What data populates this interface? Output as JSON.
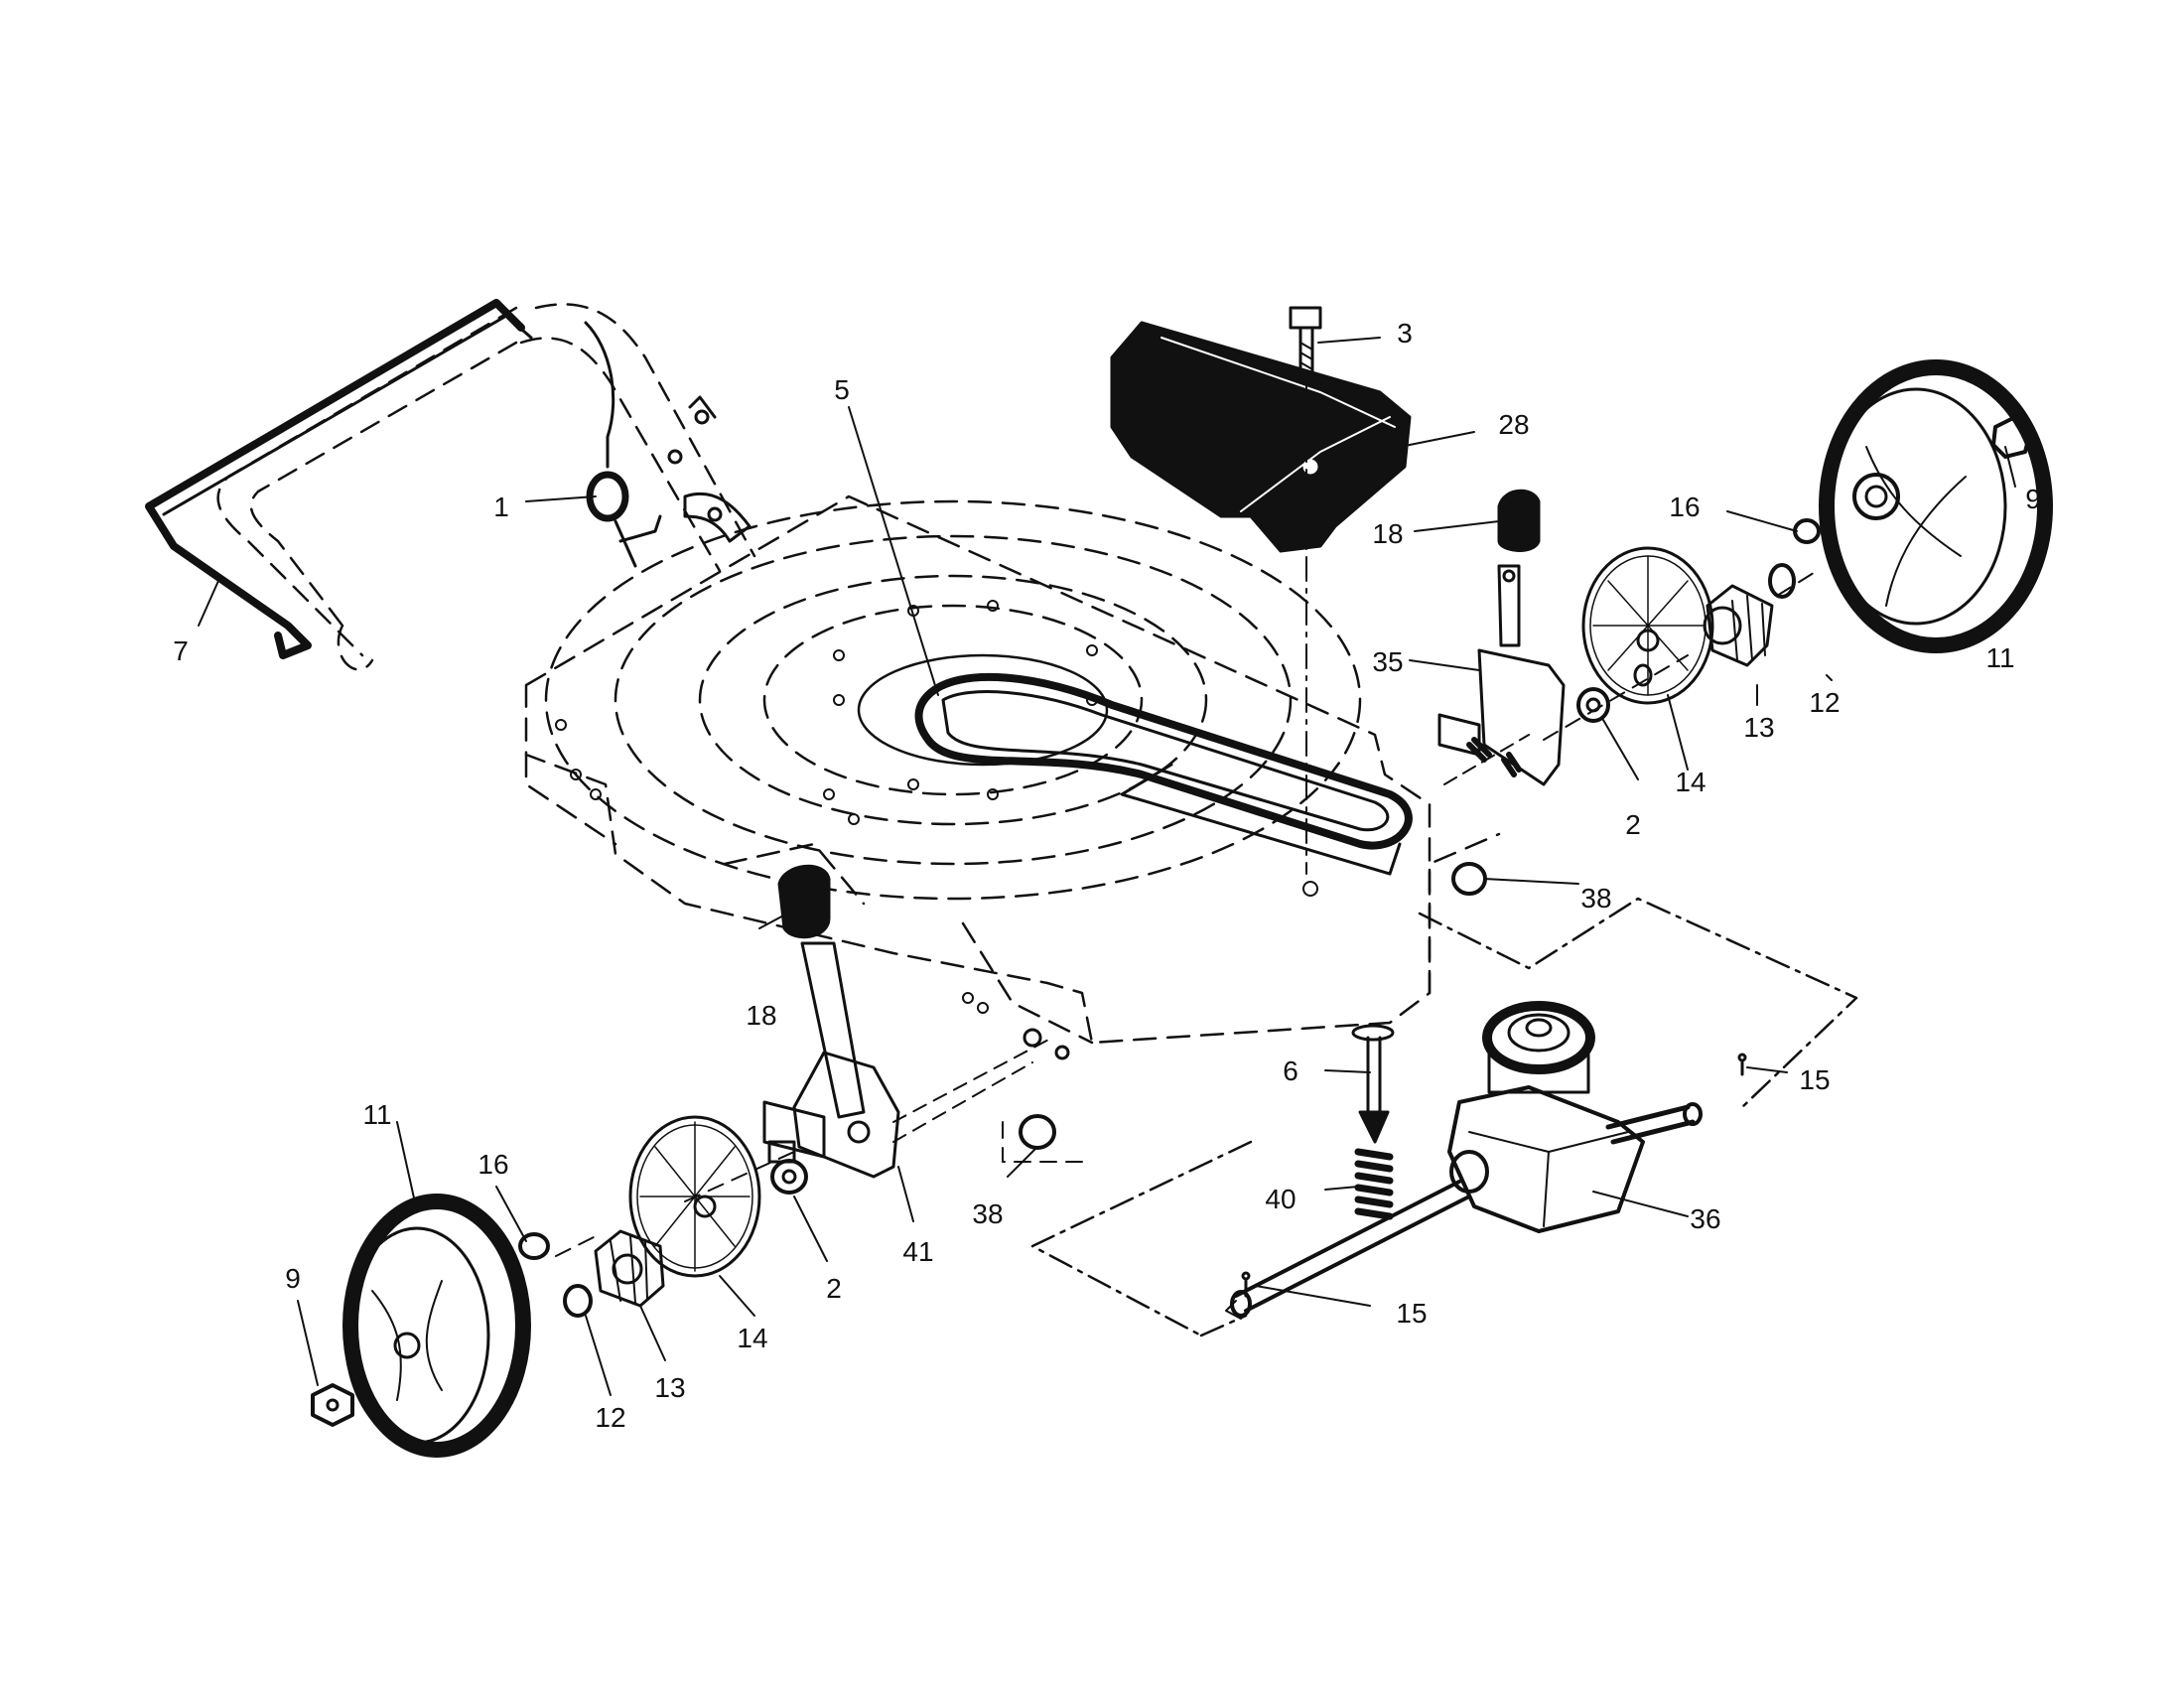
{
  "diagram": {
    "type": "exploded-parts-view",
    "ink_color": "#111111",
    "background": "#ffffff",
    "callouts": {
      "p1": "1",
      "p2a": "2",
      "p2b": "2",
      "p3": "3",
      "p5": "5",
      "p6": "6",
      "p7": "7",
      "p9a": "9",
      "p9b": "9",
      "p11a": "11",
      "p11b": "11",
      "p12a": "12",
      "p12b": "12",
      "p13a": "13",
      "p13b": "13",
      "p14a": "14",
      "p14b": "14",
      "p15a": "15",
      "p15b": "15",
      "p16a": "16",
      "p16b": "16",
      "p18a": "18",
      "p18b": "18",
      "p28": "28",
      "p35": "35",
      "p36": "36",
      "p38a": "38",
      "p38b": "38",
      "p40": "40",
      "p41": "41"
    }
  }
}
